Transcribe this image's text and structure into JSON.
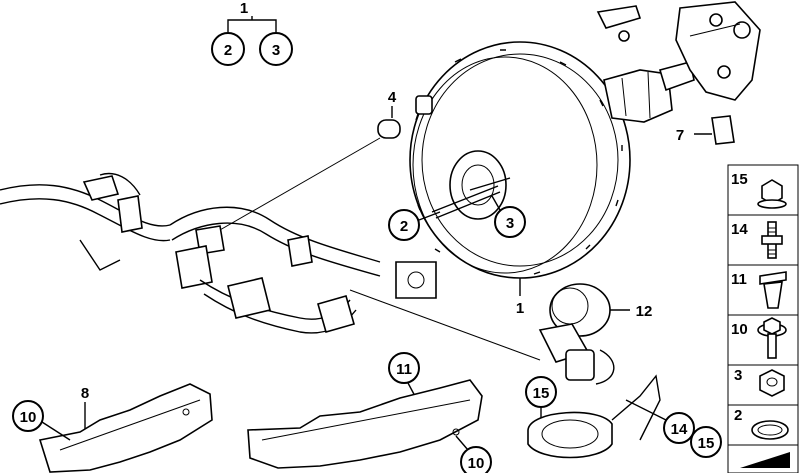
{
  "callouts": {
    "group_1": "1",
    "sub_2": "2",
    "sub_3": "3",
    "item_4": "4",
    "item_7": "7",
    "item_2": "2",
    "item_3": "3",
    "item_1": "1",
    "item_12": "12",
    "item_11": "11",
    "item_8": "8",
    "item_10_left": "10",
    "item_10_mid": "10",
    "item_15_bottom": "15",
    "item_14_bottom": "14",
    "item_15_bottom_right": "15"
  },
  "legend": [
    {
      "num": "15",
      "icon": "hex-nut-flange-icon"
    },
    {
      "num": "14",
      "icon": "stud-bolt-icon"
    },
    {
      "num": "11",
      "icon": "expanding-rivet-icon"
    },
    {
      "num": "10",
      "icon": "hex-bolt-washer-icon"
    },
    {
      "num": "3",
      "icon": "hex-nut-icon"
    },
    {
      "num": "2",
      "icon": "seal-ring-icon"
    },
    {
      "num": "",
      "icon": "wedge-shim-icon"
    }
  ]
}
